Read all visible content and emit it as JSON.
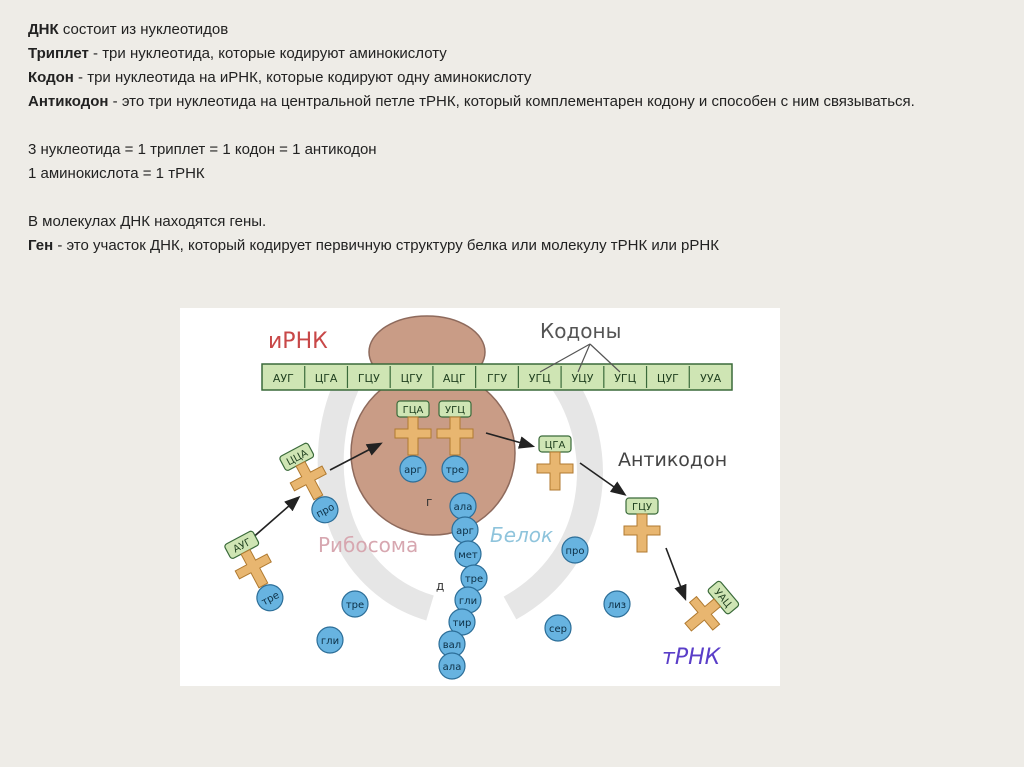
{
  "text": {
    "l1_bold": "ДНК",
    "l1_rest": " состоит из нуклеотидов",
    "l2_bold": "Триплет",
    "l2_rest": " - три нуклеотида, которые кодируют аминокислоту",
    "l3_bold": "Кодон",
    "l3_rest": " - три нуклеотида на иРНК, которые кодируют одну аминокислоту",
    "l4_bold": "Антикодон",
    "l4_rest": " - это три нуклеотида на центральной петле тРНК, который комплементарен кодону и способен с ним связываться.",
    "l5": "3 нуклеотида = 1 триплет = 1 кодон = 1 антикодон",
    "l6": "1 аминокислота = 1 тРНК",
    "l7": "В молекулах ДНК находятся гены.",
    "l8_bold": "Ген",
    "l8_rest": " - это участок ДНК, который кодирует первичную структуру белка или молекулу тРНК или рРНК"
  },
  "figure": {
    "label_irnk": "иРНК",
    "label_codons": "Кодоны",
    "label_anticodon": "Антикодон",
    "label_ribosome": "Рибосома",
    "label_protein": "Белок",
    "label_trnk": "тРНК",
    "label_g": "г",
    "label_d": "д",
    "codons": [
      "АУГ",
      "ЦГА",
      "ГЦУ",
      "ЦГУ",
      "АЦГ",
      "ГГУ",
      "УГЦ",
      "УЦУ",
      "УГЦ",
      "ЦУГ",
      "УУА"
    ],
    "trna_anticodons": {
      "far_left": "АУГ",
      "left": "ЦЦА",
      "bound1": "ГЦА",
      "bound2": "УГЦ",
      "exit": "ЦГА",
      "incoming": "ГЦУ",
      "bottom_right": "УАЦ"
    },
    "trna_amino": {
      "far_left": "тре",
      "left": "про",
      "bound1": "арг",
      "bound2": "тре"
    },
    "chain": [
      "ала",
      "арг",
      "мет",
      "тре",
      "гли",
      "тир",
      "вал",
      "ала"
    ],
    "free_amino": [
      "тре",
      "гли",
      "про",
      "сер",
      "лиз"
    ],
    "colors": {
      "ribosome": "#c99c86",
      "ribosome_edge": "#8e6a5c",
      "codon_fill": "#cfe5b4",
      "trna_body": "#e8b670",
      "trna_box": "#cfe5b4",
      "amino": "#67b3e0",
      "amino_edge": "#2c6e98",
      "red_label": "#c84848"
    }
  }
}
